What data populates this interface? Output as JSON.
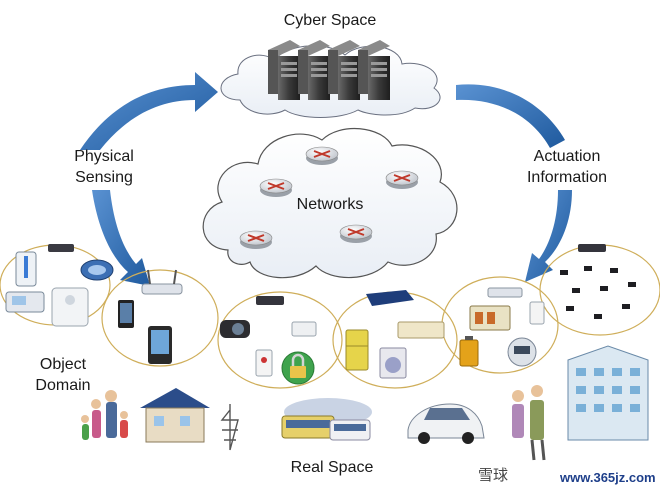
{
  "labels": {
    "cyber_space": "Cyber Space",
    "networks": "Networks",
    "physical_sensing": [
      "Physical",
      "Sensing"
    ],
    "actuation_information": [
      "Actuation",
      "Information"
    ],
    "object_domain": [
      "Object",
      "Domain"
    ],
    "real_space": "Real Space"
  },
  "watermark": {
    "brand": "雪球",
    "site": "www.365jz.com"
  },
  "colors": {
    "arrow_blue": "#2f6fb5",
    "cloud_stroke": "#555555",
    "domain_ring": "#cfae5a"
  }
}
